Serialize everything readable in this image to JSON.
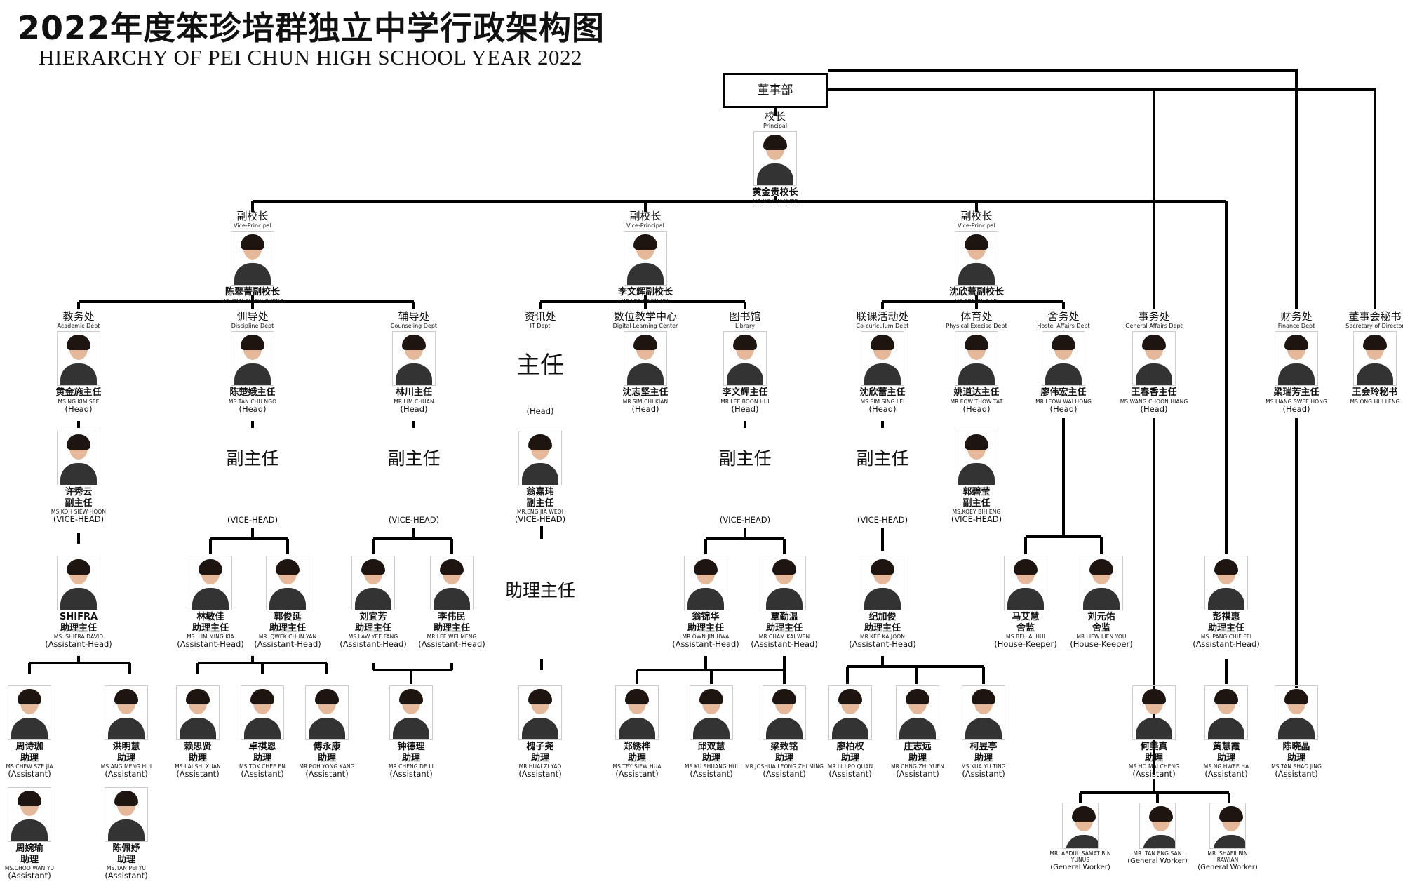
{
  "title": "2022年度笨珍培群独立中学行政架构图",
  "subtitle": "HIERARCHY OF PEI CHUN HIGH SCHOOL YEAR 2022",
  "board": "董事部",
  "labels": {
    "head_cn": "主任",
    "vice_head_cn": "副主任",
    "assistant_head_cn": "助理主任",
    "head": "(Head)",
    "vice_head": "(VICE-HEAD)",
    "assistant_head": "(Assistant-Head)",
    "assistant": "(Assistant)",
    "house_keeper": "(House-Keeper)",
    "general_worker": "(General Worker)",
    "principal_cn": "校长",
    "principal_en": "Principal",
    "vp_cn": "副校长",
    "vp_en": "Vice-Principal"
  },
  "principal": {
    "name": "黄金贵校长",
    "en": "MR.NG KIM KUEE"
  },
  "vice_principals": [
    {
      "name": "陈翠菁副校长",
      "en": "MS. TAN CHIEW CHENG"
    },
    {
      "name": "李文辉副校长",
      "en": "MR.LEE BOON HUI"
    },
    {
      "name": "沈欣蕾副校长",
      "en": "MS.SIM SING LEI"
    }
  ],
  "departments": [
    {
      "cn": "教务处",
      "en": "Academic Dept"
    },
    {
      "cn": "训导处",
      "en": "Discipline Dept"
    },
    {
      "cn": "辅导处",
      "en": "Counseling Dept"
    },
    {
      "cn": "资讯处",
      "en": "IT Dept"
    },
    {
      "cn": "数位教学中心",
      "en": "Digital Learning Center"
    },
    {
      "cn": "图书馆",
      "en": "Library"
    },
    {
      "cn": "联课活动处",
      "en": "Co-curiculum Dept"
    },
    {
      "cn": "体育处",
      "en": "Physical Execise Dept"
    },
    {
      "cn": "舍务处",
      "en": "Hostel Affairs Dept"
    },
    {
      "cn": "事务处",
      "en": "General Affairs Dept"
    },
    {
      "cn": "财务处",
      "en": "Finance Dept"
    },
    {
      "cn": "董事会秘书",
      "en": "Secretary of Director"
    }
  ],
  "heads": [
    {
      "name": "黄金施主任",
      "en": "MS.NG KIM SEE"
    },
    {
      "name": "陈楚娥主任",
      "en": "MS.TAN CHU NGO"
    },
    {
      "name": "林川主任",
      "en": "MR.LIM CHUAN"
    },
    {
      "name": "沈志坚主任",
      "en": "MR.SIM CHI KIAN"
    },
    {
      "name": "李文辉主任",
      "en": "MR.LEE BOON HUI"
    },
    {
      "name": "沈欣蕾主任",
      "en": "MS.SIM SING LEI"
    },
    {
      "name": "姚道达主任",
      "en": "MR.EOW THOW TAT"
    },
    {
      "name": "廖伟宏主任",
      "en": "MR.LEOW WAI HONG"
    },
    {
      "name": "王春香主任",
      "en": "MS.WANG CHOON HIANG"
    },
    {
      "name": "梁瑞芳主任",
      "en": "MS.LIANG SWEE HONG"
    },
    {
      "name": "王会玲秘书",
      "en": "MS.ONG HUI LENG"
    }
  ],
  "vice_heads": [
    {
      "name": "许秀云",
      "role": "副主任",
      "en": "MS.KOH SIEW HOON"
    },
    {
      "name": "翁嘉玮",
      "role": "副主任",
      "en": "MR.ENG JIA WEOI"
    },
    {
      "name": "郭碧莹",
      "role": "副主任",
      "en": "MS.KOEY BIH ENG"
    }
  ],
  "assistant_heads": [
    {
      "name": "SHIFRA",
      "role": "助理主任",
      "en": "MS. SHIFRA DAVID"
    },
    {
      "name": "林敏佳",
      "role": "助理主任",
      "en": "MS. LIM MING KIA"
    },
    {
      "name": "郭俊延",
      "role": "助理主任",
      "en": "MR. QWEK CHUN YAN"
    },
    {
      "name": "刘宜芳",
      "role": "助理主任",
      "en": "MS.LAW YEE FANG"
    },
    {
      "name": "李伟民",
      "role": "助理主任",
      "en": "MR.LEE WEI MENG"
    },
    {
      "name": "翁锦华",
      "role": "助理主任",
      "en": "MR.OWN JIN HWA"
    },
    {
      "name": "覃勤温",
      "role": "助理主任",
      "en": "MR.CHAM KAI WEN"
    },
    {
      "name": "纪加俊",
      "role": "助理主任",
      "en": "MR.KEE KA JOON"
    },
    {
      "name": "彭祺惠",
      "role": "助理主任",
      "en": "MS. PANG CHIE FEI"
    }
  ],
  "house_keepers": [
    {
      "name": "马艾慧",
      "role": "舍监",
      "en": "MS.BEH AI HUI"
    },
    {
      "name": "刘元佑",
      "role": "舍监",
      "en": "MR.LIEW LIEN YOU"
    }
  ],
  "assistants": [
    {
      "name": "周诗珈",
      "role": "助理",
      "en": "MS.CHEW SZE JIA"
    },
    {
      "name": "洪明慧",
      "role": "助理",
      "en": "MS.ANG MENG HUI"
    },
    {
      "name": "周婉瑜",
      "role": "助理",
      "en": "MS.CHOO WAN YU"
    },
    {
      "name": "陈佩妤",
      "role": "助理",
      "en": "MS.TAN PEI YU"
    },
    {
      "name": "赖思贤",
      "role": "助理",
      "en": "MS.LAI SHI XUAN"
    },
    {
      "name": "卓祺恩",
      "role": "助理",
      "en": "MS.TOK CHEE EN"
    },
    {
      "name": "傅永康",
      "role": "助理",
      "en": "MR.POH YONG KANG"
    },
    {
      "name": "钟德理",
      "role": "助理",
      "en": "MR.CHENG DE LI"
    },
    {
      "name": "槐子尧",
      "role": "助理",
      "en": "MR.HUAI ZI YAO"
    },
    {
      "name": "郑綉桦",
      "role": "助理",
      "en": "MS.TEY SIEW HUA"
    },
    {
      "name": "邱双慧",
      "role": "助理",
      "en": "MS.KU SHUANG HUI"
    },
    {
      "name": "梁致铭",
      "role": "助理",
      "en": "MR.JOSHUA LEONG ZHI MING"
    },
    {
      "name": "廖柏权",
      "role": "助理",
      "en": "MR.LIU PO QUAN"
    },
    {
      "name": "庄志远",
      "role": "助理",
      "en": "MR.CHNG ZHI YUEN"
    },
    {
      "name": "柯昱亭",
      "role": "助理",
      "en": "MS.KUA YU TING"
    },
    {
      "name": "何美真",
      "role": "助理",
      "en": "MS.HO MAI CHENG"
    },
    {
      "name": "黄慧霞",
      "role": "助理",
      "en": "MS.NG HWEE HA"
    },
    {
      "name": "陈晓晶",
      "role": "助理",
      "en": "MS.TAN SHAO JING"
    }
  ],
  "workers": [
    {
      "en": "MR. ABDUL SAMAT BIN YUNUS"
    },
    {
      "en": "MR. TAN ENG SAN"
    },
    {
      "en": "MR. SHAFII BIN RAWIAN"
    }
  ]
}
